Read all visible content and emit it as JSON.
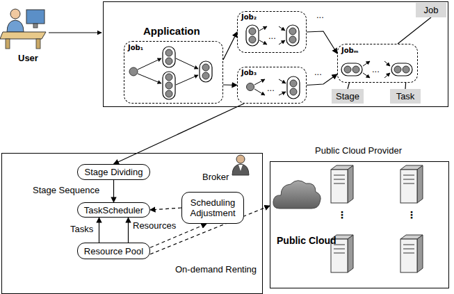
{
  "diagram": {
    "nodes": [
      {
        "text": [
          "Application"
        ]
      },
      {
        "text": [
          "Job₁"
        ],
        "in": 0
      },
      {
        "text": [
          "Job₂"
        ],
        "in": 0
      },
      {
        "text": [
          "Job₃"
        ],
        "in": 0
      },
      {
        "text": [
          "Jobₘ"
        ],
        "in": 0
      },
      {
        "text": [
          "Job"
        ],
        "in": 0
      },
      {
        "text": [
          "Stage"
        ],
        "in": 0
      },
      {
        "text": [
          "Task"
        ],
        "in": 0
      },
      {
        "text": [
          "Broker"
        ]
      },
      {
        "text": [
          "Stage Dividing"
        ],
        "in": 8
      },
      {
        "text": [
          "TaskScheduler"
        ],
        "in": 8
      },
      {
        "text": [
          "Scheduling Adjustment"
        ],
        "in": 8
      },
      {
        "text": [
          "Resource Pool"
        ],
        "in": 8
      },
      {
        "text": [
          "Public Cloud Provider"
        ]
      }
    ],
    "edges": [
      {
        "from": 1,
        "to": 2,
        "arrow": "to"
      },
      {
        "from": 1,
        "to": 3,
        "arrow": "to"
      },
      {
        "from": 2,
        "to": 4,
        "arrow": "to"
      },
      {
        "from": 3,
        "to": 4,
        "arrow": "to"
      },
      {
        "from": 3,
        "to": 9,
        "arrow": "to"
      },
      {
        "from": 5,
        "to": 4,
        "arrow": "none"
      },
      {
        "from": 6,
        "to": 4,
        "arrow": "none"
      },
      {
        "from": 7,
        "to": 4,
        "arrow": "none"
      },
      {
        "from": 9,
        "to": 10,
        "label": "Stage Sequence",
        "arrow": "to"
      },
      {
        "from": 12,
        "to": 10,
        "label": "Tasks",
        "arrow": "to"
      },
      {
        "from": 12,
        "to": 10,
        "label": "Resources",
        "arrow": "to"
      },
      {
        "from": 11,
        "to": 10,
        "arrow": "to"
      },
      {
        "from": 12,
        "to": 11,
        "arrow": "to"
      },
      {
        "from": 12,
        "to": 13,
        "label": "On-demand Renting",
        "arrow": "to"
      }
    ],
    "labels": [
      "User",
      "...",
      "...",
      "...",
      "...",
      "...",
      "Public Cloud",
      "⋮",
      "⋮"
    ]
  }
}
